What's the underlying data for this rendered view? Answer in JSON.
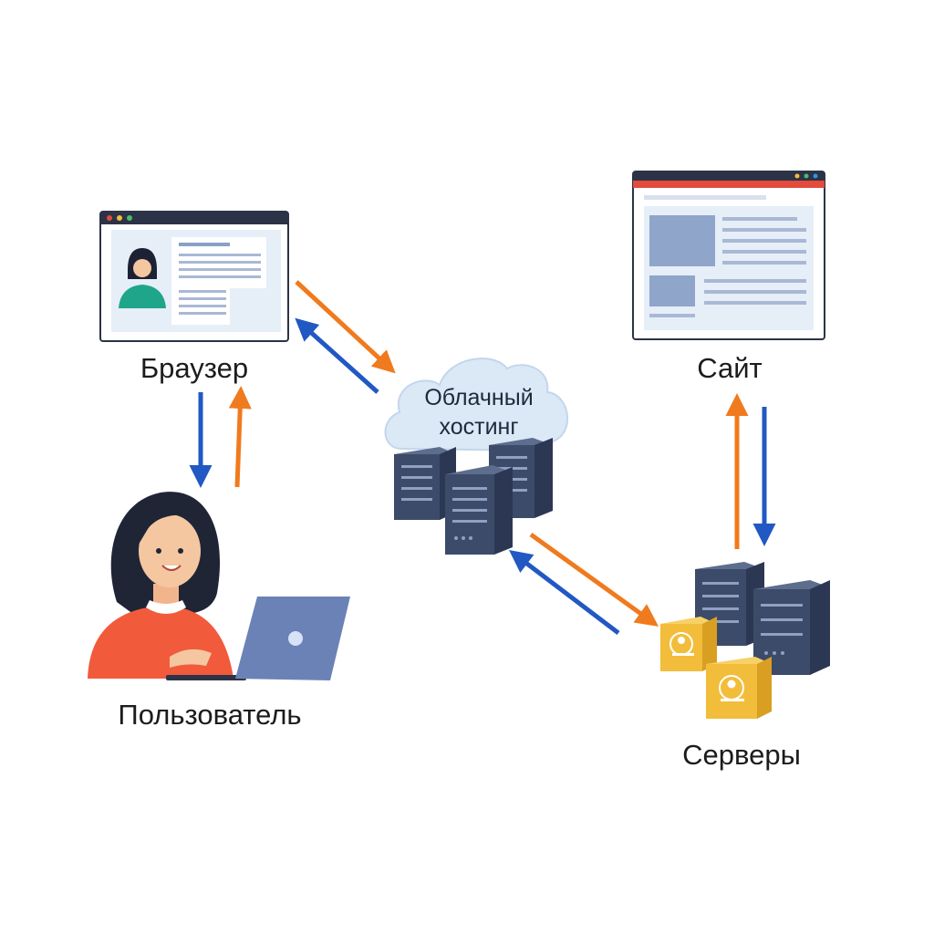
{
  "labels": {
    "browser": "Браузер",
    "site": "Сайт",
    "user": "Пользователь",
    "servers": "Серверы",
    "cloud_line1": "Облачный",
    "cloud_line2": "хостинг"
  },
  "colors": {
    "request_arrow": "#f07a1e",
    "response_arrow": "#2158c4",
    "server_body": "#3c4b69",
    "cloud_fill": "#dbe8f6",
    "window_bar": "#2c3346",
    "site_accent": "#e34b3b",
    "user_shirt": "#f25a3c",
    "laptop": "#6b82b6",
    "database_fill": "#f2bd3a"
  },
  "icons": {
    "browser": "browser-window-icon",
    "site": "website-window-icon",
    "cloud": "cloud-icon",
    "cloud_servers": "server-rack-icon",
    "servers": "server-rack-icon",
    "databases": "database-box-icon",
    "user": "person-with-laptop-icon"
  }
}
